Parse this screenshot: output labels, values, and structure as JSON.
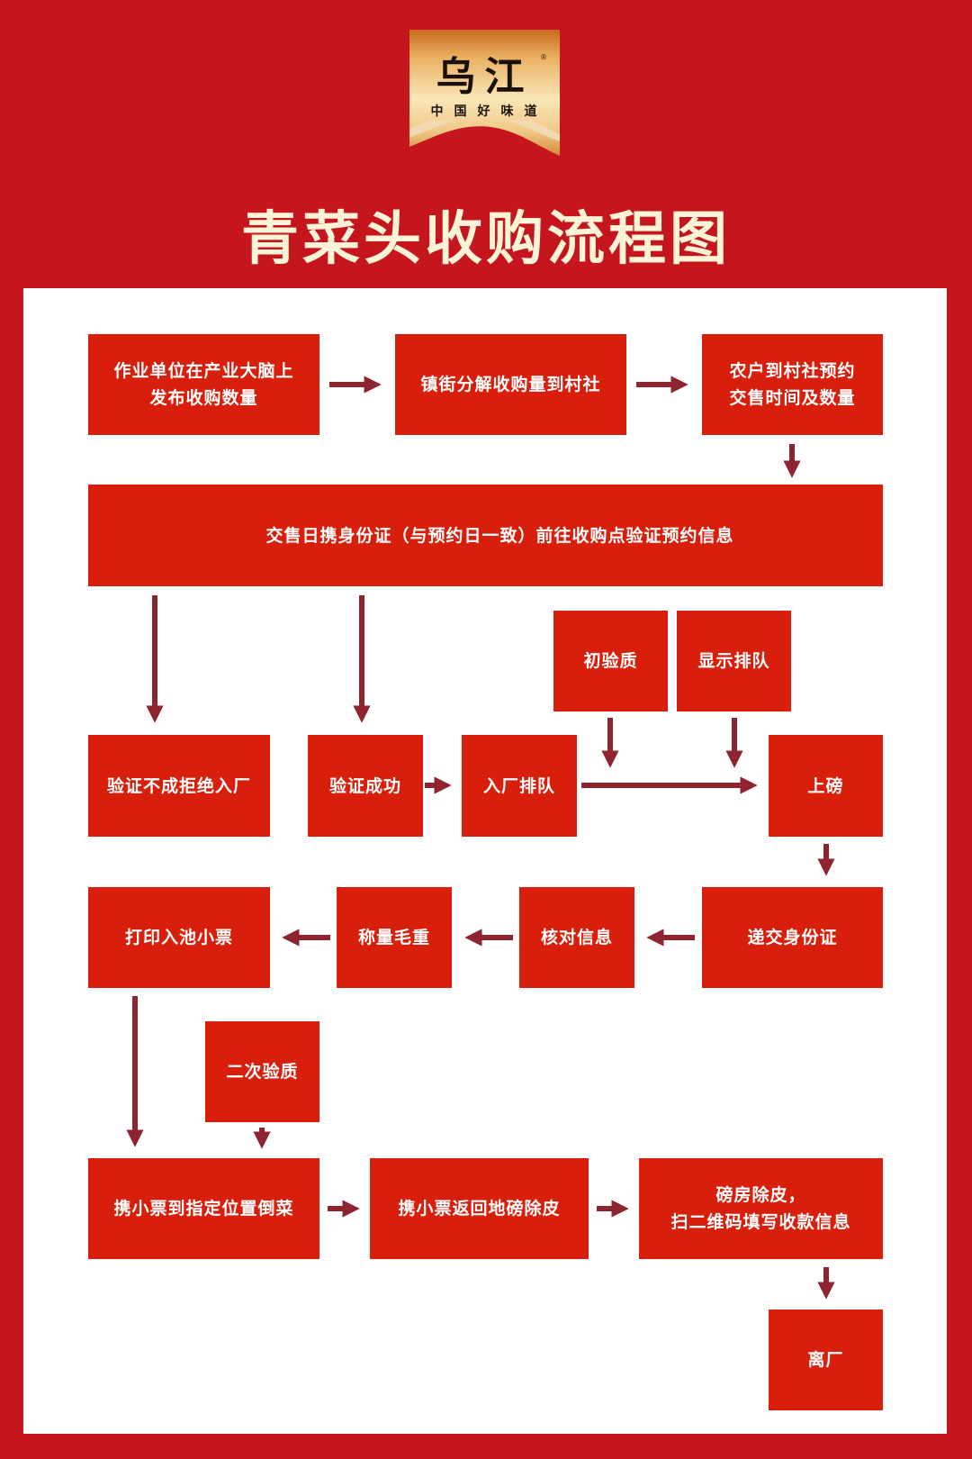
{
  "logo": {
    "brand": "乌江",
    "registered_mark": "®",
    "slogan": "中国好味道"
  },
  "title": "青菜头收购流程图",
  "colors": {
    "background": "#c4161c",
    "box": "#d71f0c",
    "arrow": "#8e2430",
    "title": "#fdf3d6",
    "panel": "#ffffff"
  },
  "steps": {
    "publish": "作业单位在产业大脑上\n发布收购数量",
    "distribute": "镇街分解收购量到村社",
    "reserve": "农户到村社预约\n交售时间及数量",
    "verify_visit": "交售日携身份证（与预约日一致）前往收购点验证预约信息",
    "verify_fail": "验证不成拒绝入厂",
    "verify_success": "验证成功",
    "queue_enter": "入厂排队",
    "initial_quality": "初验质",
    "show_queue": "显示排队",
    "weigh_on": "上磅",
    "submit_id": "递交身份证",
    "check_info": "核对信息",
    "gross_weight": "称量毛重",
    "print_ticket": "打印入池小票",
    "second_quality": "二次验质",
    "dump_vegetables": "携小票到指定位置倒菜",
    "return_tare": "携小票返回地磅除皮",
    "tare_payment": "磅房除皮，\n扫二维码填写收款信息",
    "leave": "离厂"
  }
}
